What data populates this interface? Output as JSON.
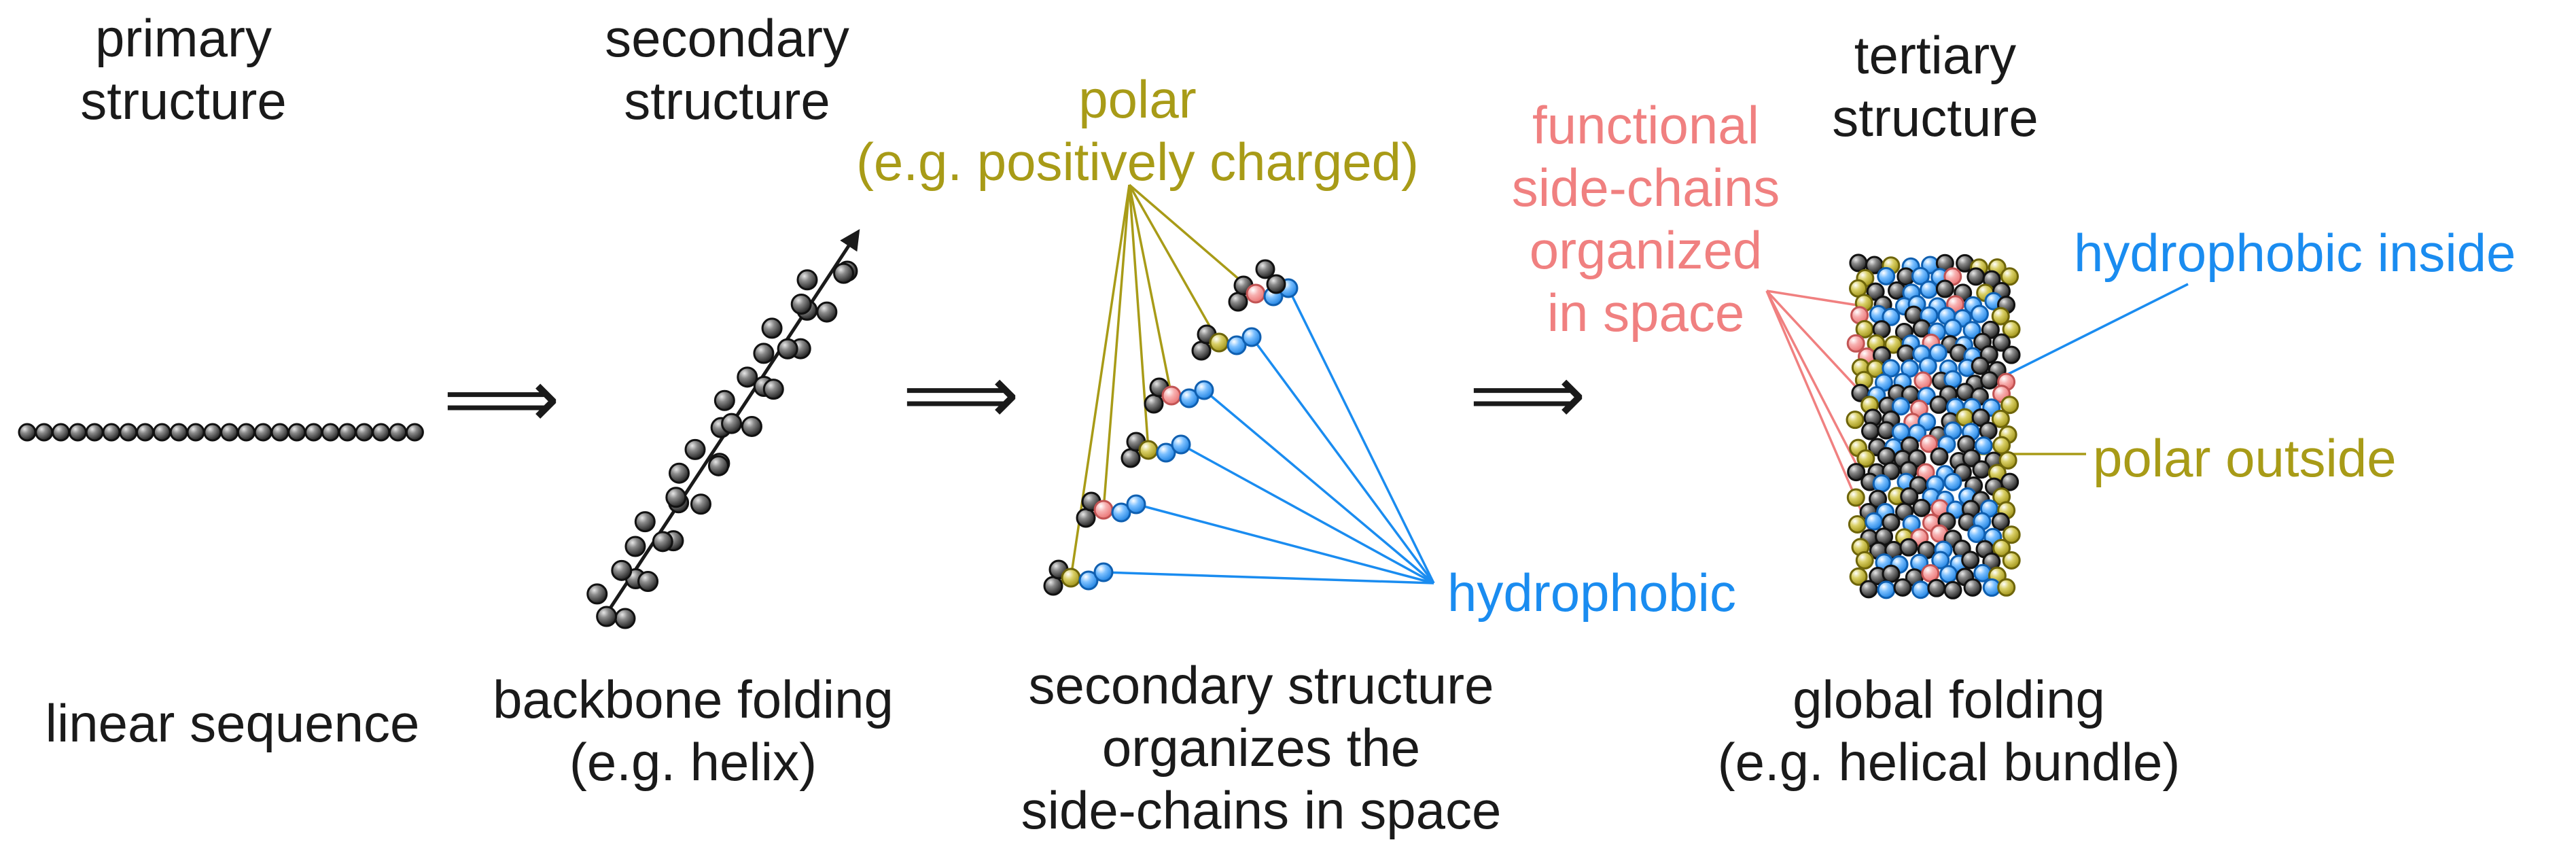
{
  "headings": {
    "primary": [
      "primary",
      "structure"
    ],
    "secondary": [
      "secondary",
      "structure"
    ],
    "tertiary": [
      "tertiary",
      "structure"
    ]
  },
  "captions": {
    "primary": [
      "linear sequence"
    ],
    "secondary": [
      "backbone folding",
      "(e.g. helix)"
    ],
    "organization": [
      "secondary structure",
      "organizes the",
      "side-chains in space"
    ],
    "tertiary": [
      "global folding",
      "(e.g. helical bundle)"
    ]
  },
  "annotations": {
    "polar": [
      "polar",
      "(e.g. positively charged)"
    ],
    "hydrophobic": [
      "hydrophobic"
    ],
    "functional": [
      "functional",
      "side-chains",
      "organized",
      "in space"
    ],
    "hydrophobic_inside": [
      "hydrophobic inside"
    ],
    "polar_outside": [
      "polar outside"
    ]
  },
  "arrow_glyph": "⟹",
  "colors": {
    "backbone": "#1a1a1a",
    "polar": "#a89b17",
    "hydrophobic": "#1a8cf0",
    "functional": "#f08080",
    "text": "#1a1a1a"
  }
}
